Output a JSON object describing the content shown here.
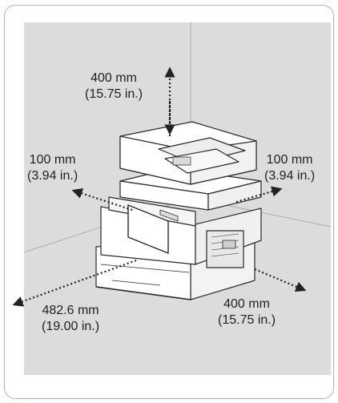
{
  "clearances": {
    "top": {
      "line1": "400 mm",
      "line2": "(15.75 in.)"
    },
    "left": {
      "line1": "100 mm",
      "line2": "(3.94 in.)"
    },
    "right": {
      "line1": "100 mm",
      "line2": "(3.94 in.)"
    },
    "front": {
      "line1": "482.6 mm",
      "line2": "(19.00 in.)"
    },
    "rear": {
      "line1": "400 mm",
      "line2": "(15.75 in.)"
    }
  },
  "colors": {
    "frame_border": "#9fb7cc",
    "room_fill": "#dcdcdc",
    "printer_fill": "#ffffff",
    "outline": "#2a2a2a"
  }
}
